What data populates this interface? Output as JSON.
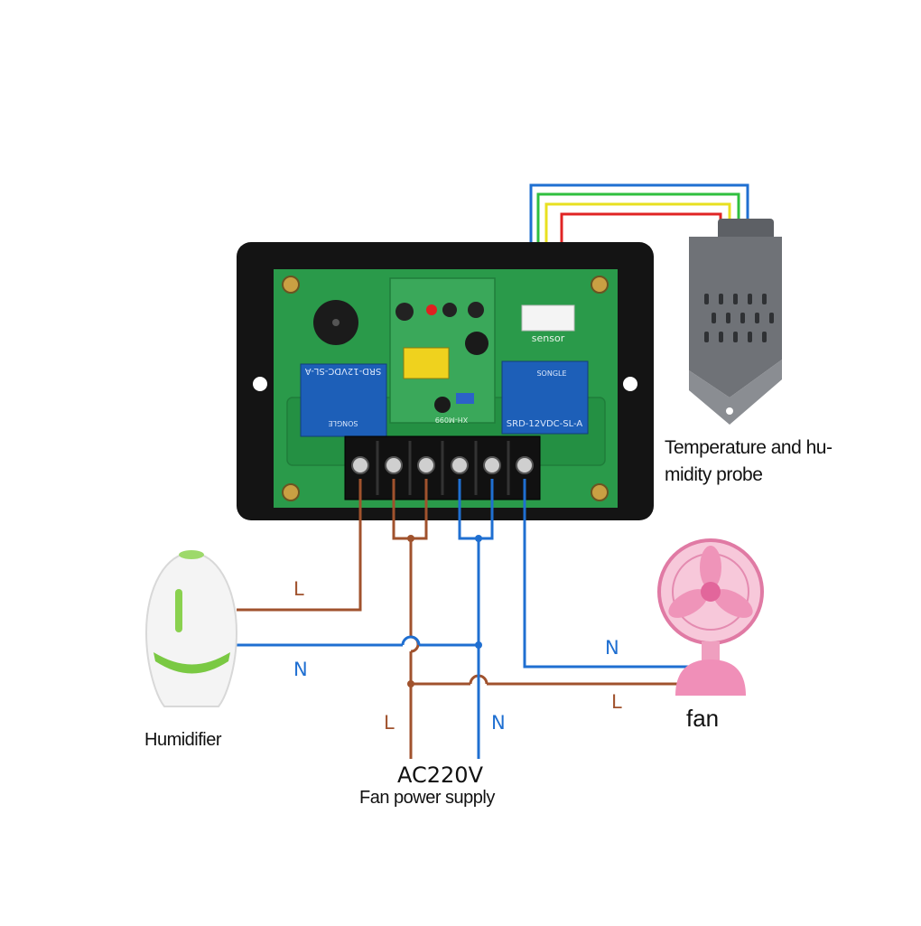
{
  "board": {
    "sensor_label": "sensor",
    "relay_left_text": "SRD-12VDC-SL-A",
    "relay_right_text": "SRD-12VDC-SL-A",
    "relay_brand": "SONGLE",
    "board_code": "XH-M099"
  },
  "labels": {
    "probe_line1": "Temperature and hu-",
    "probe_line2": "midity probe",
    "humidifier": "Humidifier",
    "fan": "fan",
    "supply_voltage": "AC220V",
    "supply_name": "Fan power supply"
  },
  "wire_labels": {
    "humidifier_live": "L",
    "humidifier_neutral": "N",
    "fan_neutral": "N",
    "fan_live": "L",
    "supply_live": "L",
    "supply_neutral": "N"
  },
  "colors": {
    "live_wire": "#a0522d",
    "neutral_wire": "#1f6fd1",
    "pcb": "#2a9a4a",
    "frame": "#141414",
    "relay": "#1d5fb8",
    "probe": "#6f7277",
    "fan": "#f0a6c4",
    "humidifier_accent": "#7ac943"
  }
}
